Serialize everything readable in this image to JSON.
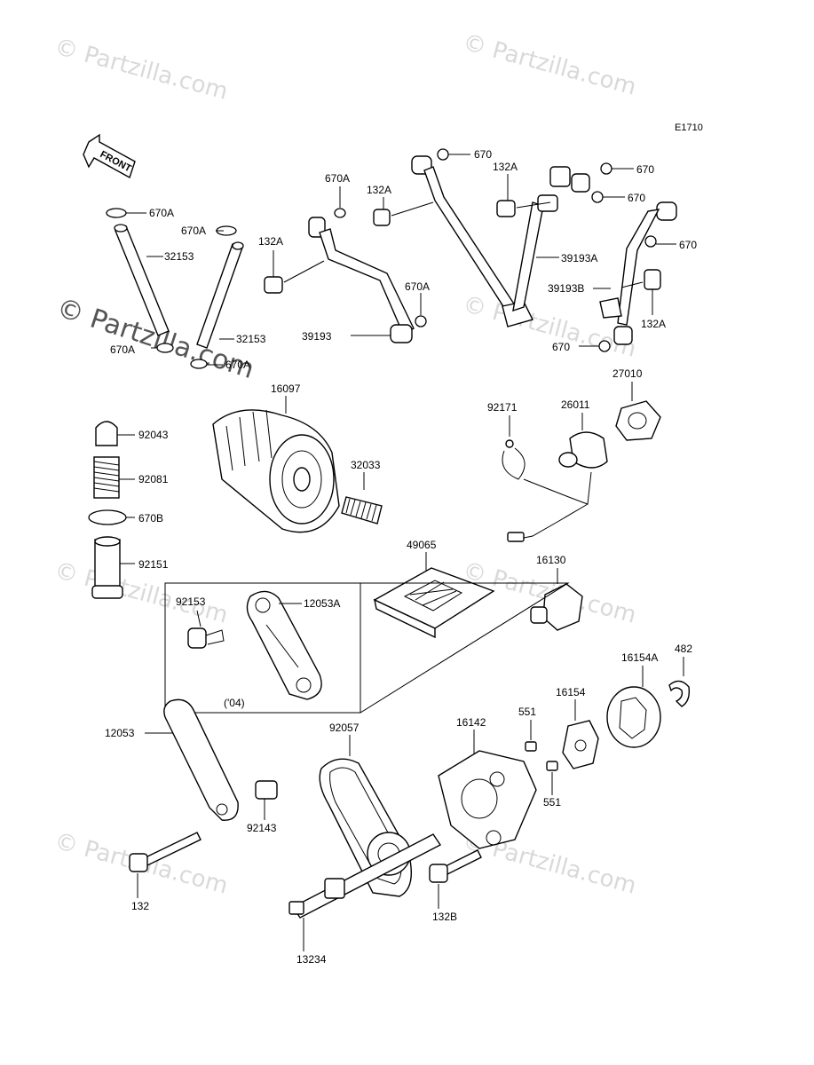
{
  "diagram_code": "E1710",
  "front_label": "FRONT",
  "watermark": "© Partzilla.com",
  "year_note": "('04)",
  "parts": {
    "p670a_1": "670A",
    "p670a_2": "670A",
    "p670a_3": "670A",
    "p670a_4": "670A",
    "p670a_5": "670A",
    "p670a_6": "670A",
    "p32153_1": "32153",
    "p32153_2": "32153",
    "p132a_1": "132A",
    "p132a_2": "132A",
    "p132a_3": "132A",
    "p132a_4": "132A",
    "p39193": "39193",
    "p39193a": "39193A",
    "p39193b": "39193B",
    "p670_1": "670",
    "p670_2": "670",
    "p670_3": "670",
    "p670_4": "670",
    "p670_5": "670",
    "p16097": "16097",
    "p32033": "32033",
    "p92043": "92043",
    "p92081": "92081",
    "p670b": "670B",
    "p92151": "92151",
    "p92171": "92171",
    "p26011": "26011",
    "p27010": "27010",
    "p49065": "49065",
    "p16130": "16130",
    "p92153": "92153",
    "p12053a": "12053A",
    "p12053": "12053",
    "p92057": "92057",
    "p16142": "16142",
    "p551_1": "551",
    "p551_2": "551",
    "p16154": "16154",
    "p16154a": "16154A",
    "p482": "482",
    "p92143": "92143",
    "p132": "132",
    "p13234": "13234",
    "p132b": "132B"
  },
  "icons": {
    "front_arrow": "front-arrow-icon"
  }
}
